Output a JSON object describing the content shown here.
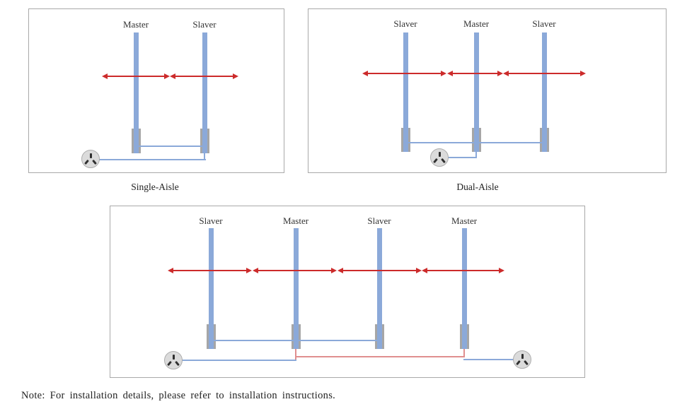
{
  "figure": {
    "panels": [
      {
        "name": "single-aisle",
        "caption": "Single-Aisle",
        "posts": [
          {
            "label": "Master"
          },
          {
            "label": "Slaver"
          }
        ]
      },
      {
        "name": "dual-aisle",
        "caption": "Dual-Aisle",
        "posts": [
          {
            "label": "Slaver"
          },
          {
            "label": "Master"
          },
          {
            "label": "Slaver"
          }
        ]
      },
      {
        "name": "multi-aisle",
        "caption": "",
        "posts": [
          {
            "label": "Slaver"
          },
          {
            "label": "Master"
          },
          {
            "label": "Slaver"
          },
          {
            "label": "Master"
          }
        ]
      }
    ],
    "note": "Note: For installation details, please refer to installation instructions."
  },
  "colors": {
    "post_blue": "#8BA9D9",
    "wire_blue": "#8BA9D9",
    "base_gray": "#A6A6A6",
    "arrow_red": "#CC2B2B",
    "power_wire_red": "#E08F8F",
    "panel_border": "#A9A9A9",
    "outlet_fill": "#DBDBDB"
  }
}
